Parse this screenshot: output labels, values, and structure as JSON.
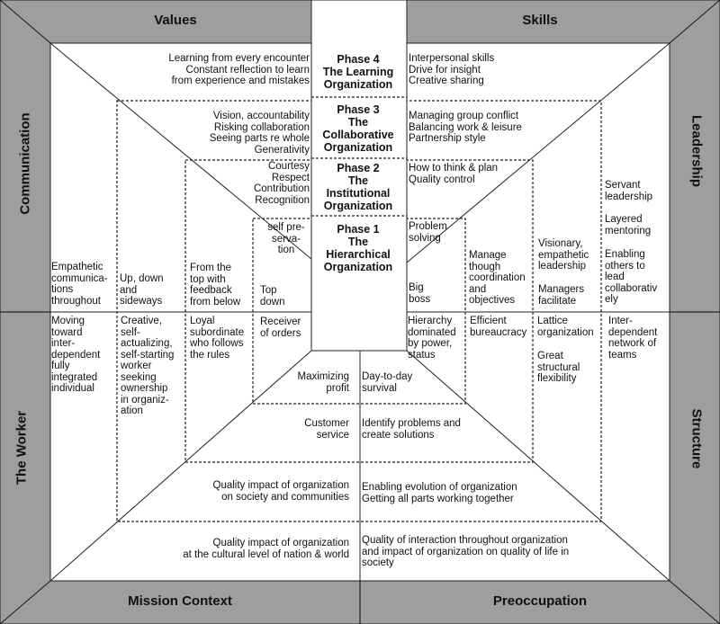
{
  "headers": {
    "values": "Values",
    "skills": "Skills",
    "communication": "Communication",
    "leadership": "Leadership",
    "the_worker": "The Worker",
    "structure": "Structure",
    "mission_context": "Mission Context",
    "preoccupation": "Preoccupation"
  },
  "phases": {
    "p4": "Phase 4\nThe Learning\nOrganization",
    "p3": "Phase 3\nThe\nCollaborative\nOrganization",
    "p2": "Phase 2\nThe\nInstitutional\nOrganization",
    "p1": "Phase 1\nThe\nHierarchical\nOrganization"
  },
  "values": {
    "p4": "Learning from every encounter\nConstant reflection to learn\nfrom experience and mistakes",
    "p3": "Vision, accountability\nRisking collaboration\nSeeing parts re whole\nGenerativity",
    "p2": "Courtesy\nRespect\nContribution\nRecognition",
    "p1": "self pre-\nserva-\ntion"
  },
  "skills": {
    "p4": "Interpersonal skills\nDrive for insight\nCreative sharing",
    "p3": "Managing group conflict\nBalancing work & leisure\nPartnership style",
    "p2": "How to think & plan\nQuality control",
    "p1": "Problem\nsolving"
  },
  "communication": {
    "p4": "Empathetic\ncommunica-\ntions\nthroughout",
    "p3": "Up, down\nand\nsideways",
    "p2": "From the\ntop with\nfeedback\nfrom below",
    "p1": "Top\ndown"
  },
  "leadership": {
    "p1": "Big\nboss",
    "p2": "Manage\nthough\ncoordination\nand\nobjectives",
    "p3a": "Visionary,\nempathetic\nleadership",
    "p3b": "Managers\nfacilitate",
    "p4a": "Servant\nleadership",
    "p4b": "Layered\nmentoring",
    "p4c": "Enabling\nothers to\nlead\ncollaborativ\nely"
  },
  "worker": {
    "p4": "Moving\ntoward\ninter-\ndependent\nfully\nintegrated\nindividual",
    "p3": "Creative,\nself-\nactualizing,\nself-starting\nworker\nseeking\nownership\nin organiz-\nation",
    "p2": "Loyal\nsubordinate\nwho follows\nthe rules",
    "p1": "Receiver\nof orders"
  },
  "structure": {
    "p1": "Hierarchy\ndominated\nby power,\nstatus",
    "p2": "Efficient\nbureaucracy",
    "p3a": "Lattice\norganization",
    "p3b": "Great\nstructural\nflexibility",
    "p4": "Inter-\ndependent\nnetwork of\nteams"
  },
  "mission": {
    "p1": "Maximizing\nprofit",
    "p2": "Customer\nservice",
    "p3": "Quality  impact of organization\non society and communities",
    "p4": "Quality  impact of organization\nat the cultural level of nation & world"
  },
  "preoccupation": {
    "p1": "Day-to-day\nsurvival",
    "p2": "Identify problems and\ncreate solutions",
    "p3": "Enabling evolution of organization\nGetting all parts working together",
    "p4": "Quality  of interaction throughout organization\nand impact of organization on quality of life in\nsociety"
  },
  "colors": {
    "band": "#9e9e9e",
    "line": "#222222",
    "background": "#ffffff"
  }
}
